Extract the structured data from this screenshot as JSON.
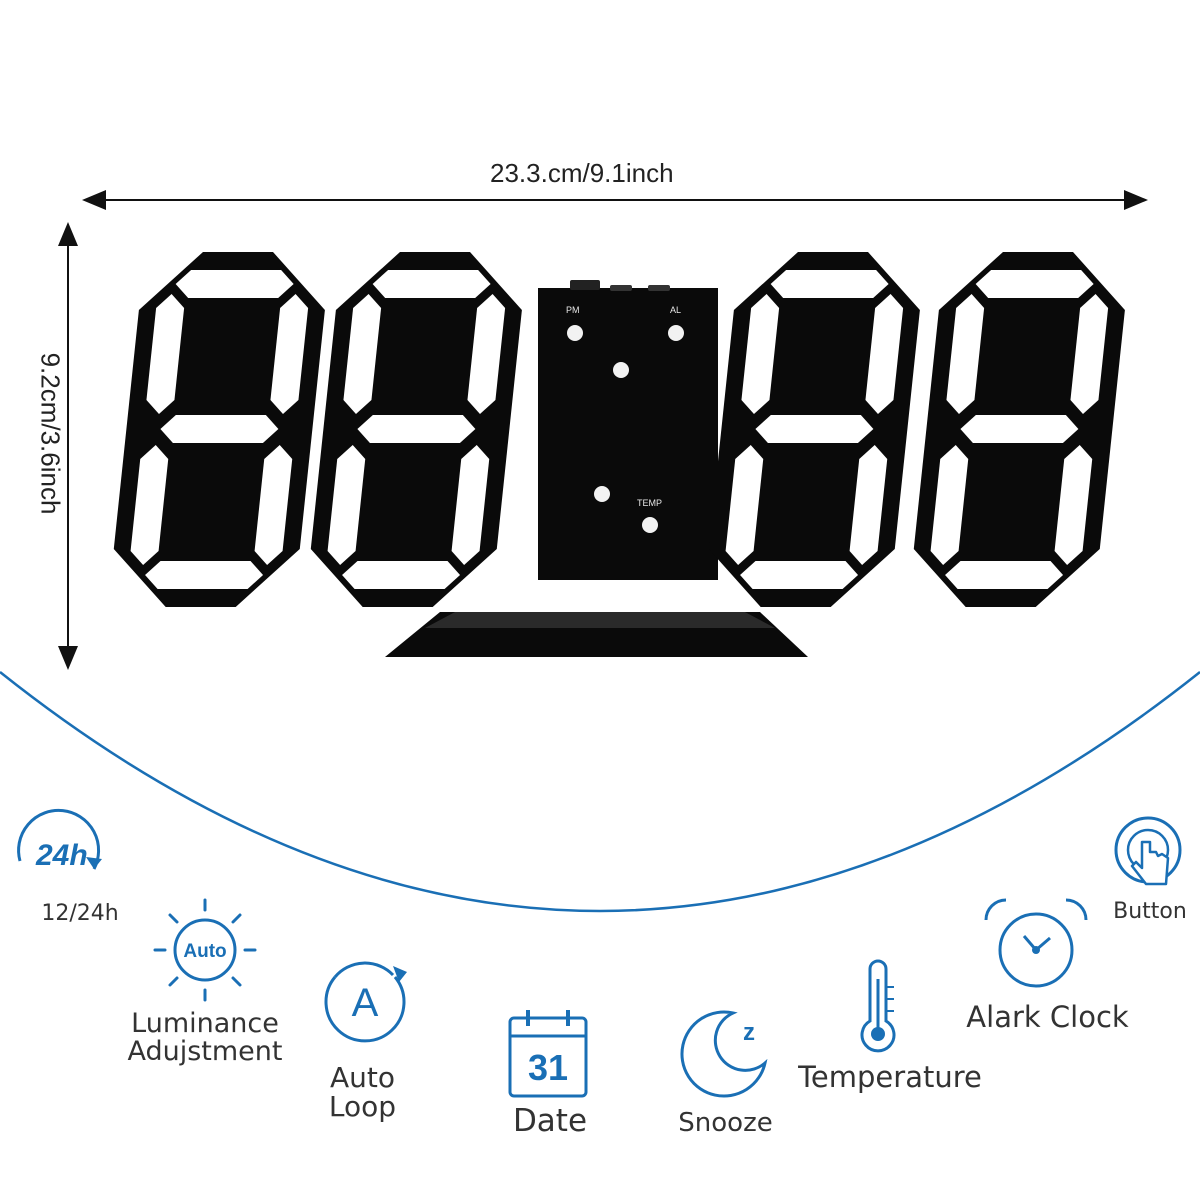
{
  "colors": {
    "accent": "#1a6fb5",
    "clock_body": "#0a0a0a",
    "segment_light": "#ffffff",
    "label": "#333333"
  },
  "dimensions": {
    "width": "23.3.cm/9.1inch",
    "height": "9.2cm/3.6inch"
  },
  "clock": {
    "indicator_pm": "PM",
    "indicator_al": "AL",
    "indicator_temp": "TEMP"
  },
  "features": [
    {
      "icon": "24h-icon",
      "icon_text": "24h",
      "label": "12/24h"
    },
    {
      "icon": "sun-auto-icon",
      "icon_text": "Auto",
      "label": "Luminance\nAdujstment"
    },
    {
      "icon": "auto-loop-icon",
      "icon_text": "A",
      "label": "Auto\nLoop"
    },
    {
      "icon": "calendar-icon",
      "icon_text": "31",
      "label": "Date"
    },
    {
      "icon": "moon-snooze-icon",
      "icon_text": "z",
      "label": "Snooze"
    },
    {
      "icon": "thermometer-icon",
      "icon_text": "",
      "label": "Temperature"
    },
    {
      "icon": "alarm-clock-icon",
      "icon_text": "",
      "label": "Alark Clock"
    },
    {
      "icon": "touch-button-icon",
      "icon_text": "",
      "label": "Button"
    }
  ]
}
